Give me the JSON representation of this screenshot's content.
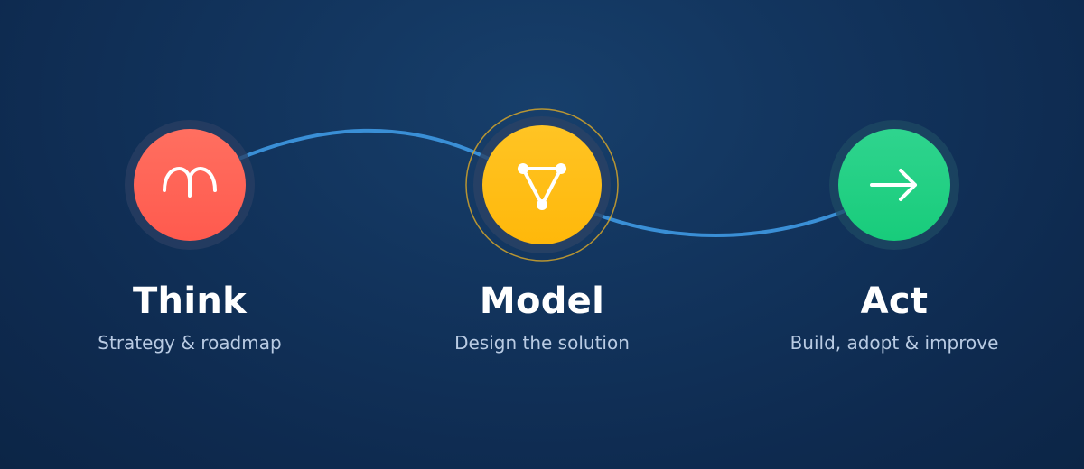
{
  "steps": [
    {
      "title": "Think",
      "subtitle": "Strategy & roadmap",
      "icon": "arch-icon",
      "color": "#ff6b5b"
    },
    {
      "title": "Model",
      "subtitle": "Design the solution",
      "icon": "triangle-nodes-icon",
      "color": "#ffc01a"
    },
    {
      "title": "Act",
      "subtitle": "Build, adopt & improve",
      "icon": "arrow-right-icon",
      "color": "#22d184"
    }
  ],
  "colors": {
    "background": "#12345d",
    "connector": "#3a8fd6",
    "subtitle_text": "#b9cbe3",
    "highlight_ring": "#d4a52a"
  }
}
